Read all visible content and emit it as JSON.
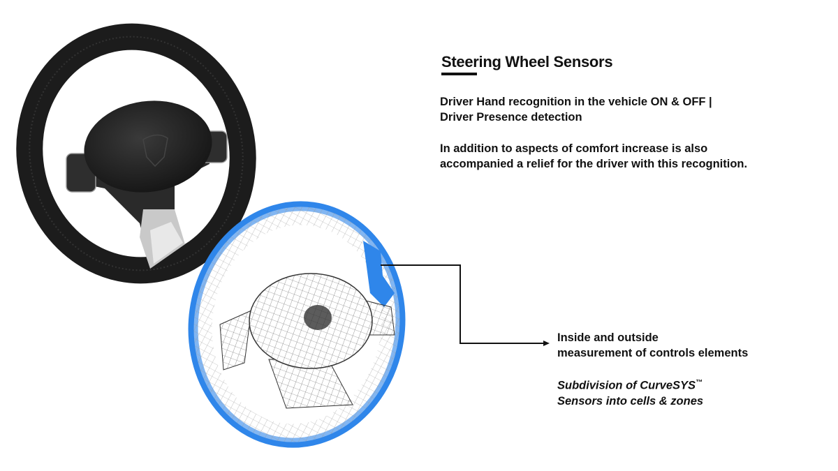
{
  "heading": "Steering Wheel Sensors",
  "paragraph1": {
    "line1": "Driver Hand recognition in the vehicle ON & OFF |",
    "line2": "Driver Presence detection"
  },
  "paragraph2": {
    "line1": "In addition to aspects of comfort increase is also",
    "line2": "accompanied a relief for the driver with this recognition."
  },
  "callout1": {
    "line1": "Inside and outside",
    "line2": "measurement of controls elements"
  },
  "callout2": {
    "line1_prefix": "Subdivision of CurveSYS",
    "trademark": "™",
    "line2": "Sensors into cells & zones"
  },
  "colors": {
    "sensor_blue": "#2f86ea",
    "rim_black": "#1c1c1c",
    "text": "#111111"
  }
}
